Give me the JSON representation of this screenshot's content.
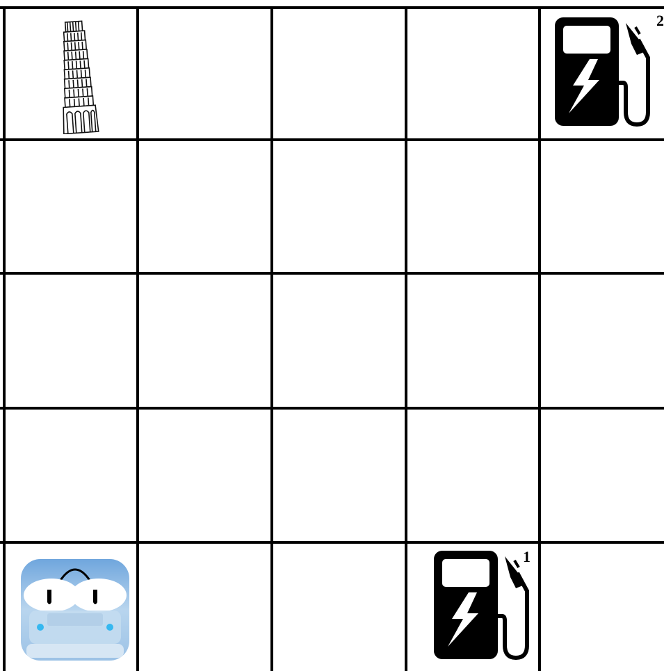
{
  "grid": {
    "rows": 5,
    "cols": 5,
    "line_color": "#000000",
    "background": "#ffffff"
  },
  "pieces": [
    {
      "type": "landmark",
      "icon": "leaning-tower-icon",
      "row": 0,
      "col": 0
    },
    {
      "type": "charging-station",
      "icon": "fuel-pump-icon",
      "row": 0,
      "col": 4,
      "label": "2"
    },
    {
      "type": "charging-station",
      "icon": "fuel-pump-icon",
      "row": 4,
      "col": 3,
      "label": "1"
    },
    {
      "type": "vehicle",
      "icon": "robot-car-icon",
      "row": 4,
      "col": 0,
      "colors": {
        "body": "#a9cbe8",
        "light": "#35b8f0",
        "eye": "#000000"
      }
    }
  ]
}
